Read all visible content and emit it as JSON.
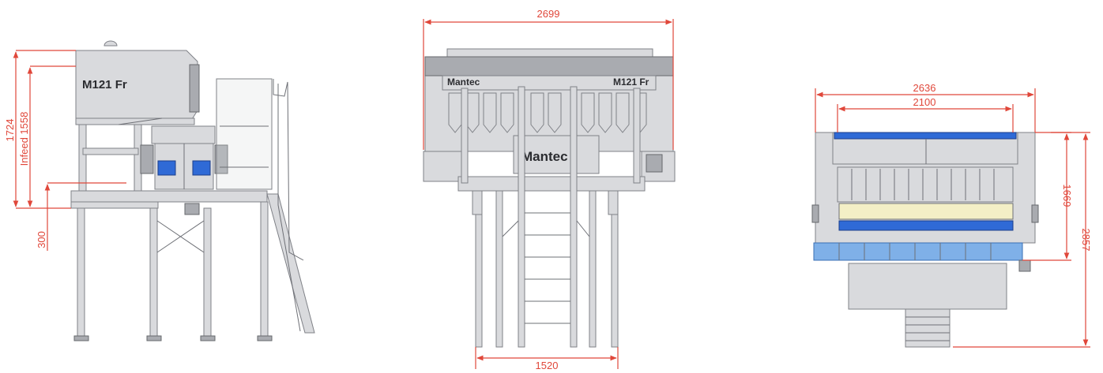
{
  "side_view": {
    "machine_label": "M121 Fr",
    "dimensions": {
      "total_height": "1724",
      "infeed_height": "Infeed 1558",
      "bottom_height": "300"
    }
  },
  "front_view": {
    "brand_top_left": "Mantec",
    "model_top_right": "M121 Fr",
    "brand_center": "Mantec",
    "dimensions": {
      "overall_width": "2699",
      "base_width": "1520"
    }
  },
  "top_view": {
    "dimensions": {
      "outer_width": "2636",
      "inner_width": "2100",
      "inner_depth": "1669",
      "outer_depth": "2857"
    }
  },
  "colors": {
    "dimension": "#e0473a",
    "steel": "#d9dadd",
    "accent_blue": "#2f6ad6"
  }
}
